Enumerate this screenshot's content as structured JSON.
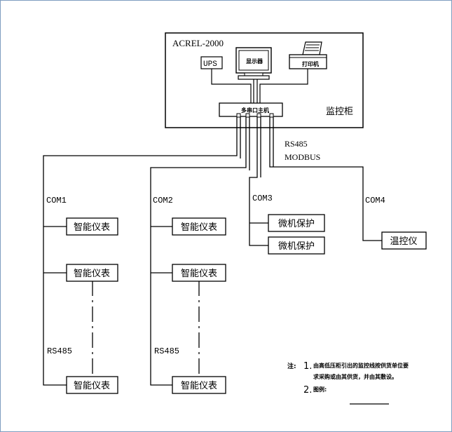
{
  "system": {
    "title": "ACREL-2000",
    "cabinet_label": "监控柜",
    "ups_label": "UPS",
    "monitor_label": "显示器",
    "printer_label": "打印机",
    "host_label": "多串口主机"
  },
  "bus": {
    "line1": "RS485",
    "line2": "MODBUS"
  },
  "ports": [
    {
      "label": "COM1",
      "devices": [
        "智能仪表",
        "智能仪表",
        "智能仪表"
      ],
      "rs485": "RS485"
    },
    {
      "label": "COM2",
      "devices": [
        "智能仪表",
        "智能仪表",
        "智能仪表"
      ],
      "rs485": "RS485"
    },
    {
      "label": "COM3",
      "devices": [
        "微机保护",
        "微机保护"
      ]
    },
    {
      "label": "COM4",
      "devices": [
        "温控仪"
      ]
    }
  ],
  "notes": {
    "prefix": "注:",
    "item1_num": "1.",
    "item1_line1": "由高低压柜引出的监控线按供货单位要",
    "item1_line2": "求采购或由其供货，并由其敷设。",
    "item2_num": "2.",
    "item2_text": "图例:"
  }
}
